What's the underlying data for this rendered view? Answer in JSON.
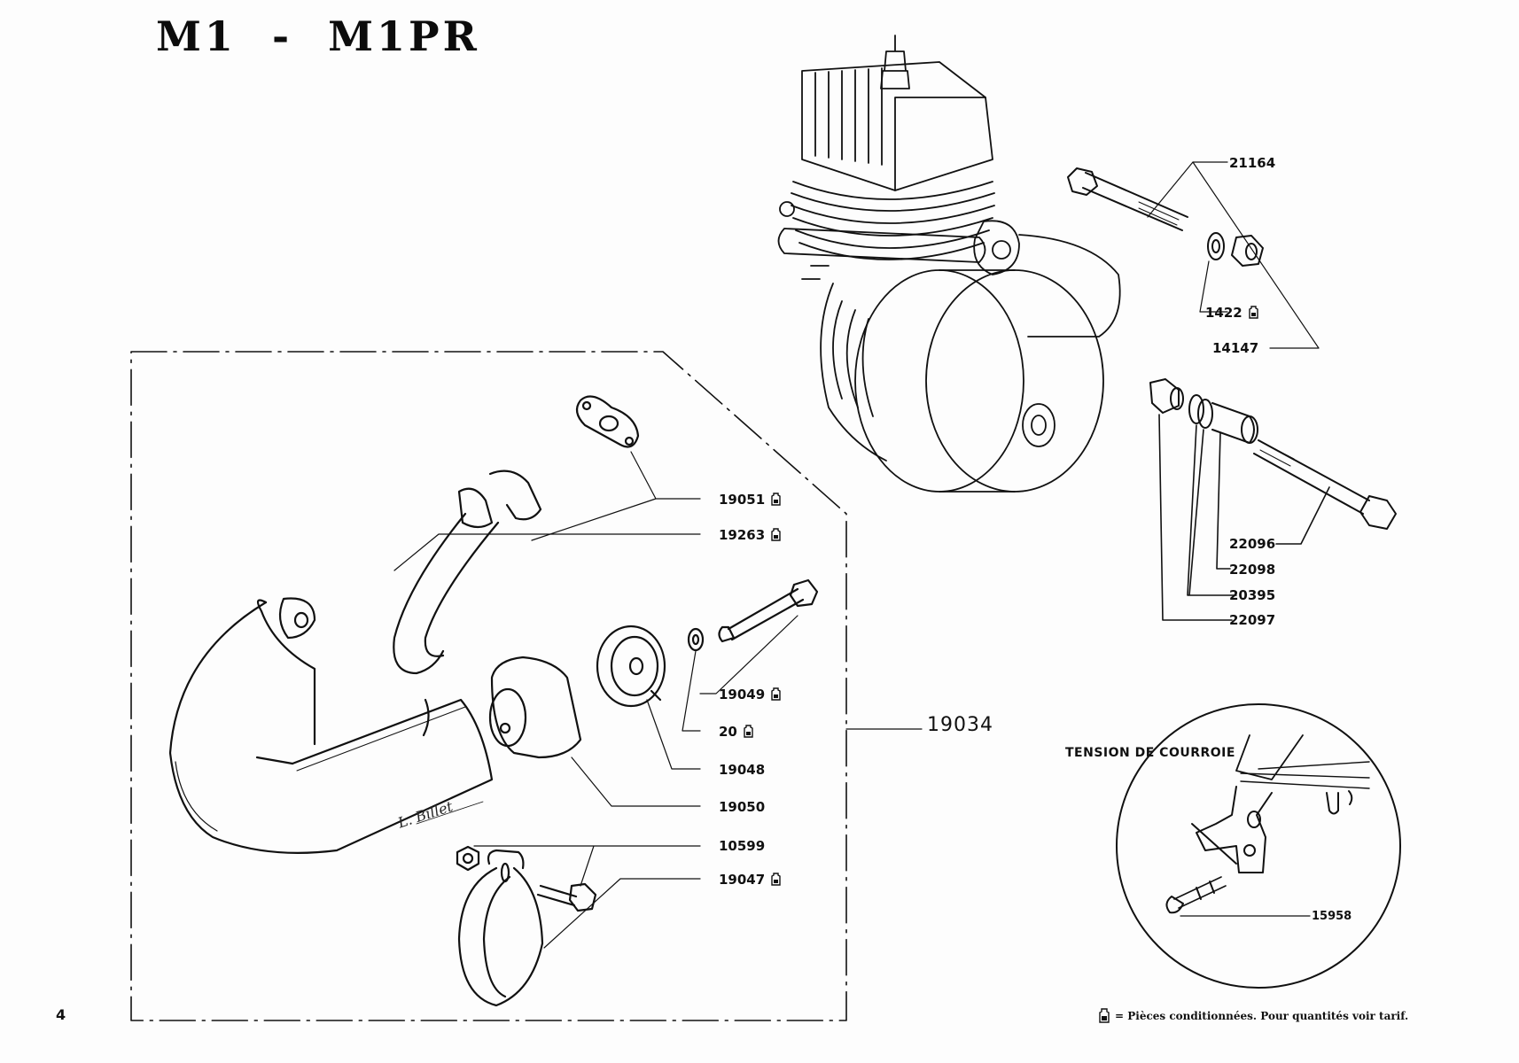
{
  "document": {
    "title": "M1  -  M1PR",
    "page_number": "4",
    "signature": "L. Billet",
    "inset_title": "TENSION DE COURROIE",
    "legend": {
      "icon": "packaged-part-icon",
      "text": "= Pièces conditionnées. Pour quantités voir tarif."
    }
  },
  "callouts": {
    "engine_mount": [
      {
        "ref": "21164",
        "packaged": false
      },
      {
        "ref": "1422",
        "packaged": true
      },
      {
        "ref": "14147",
        "packaged": false
      },
      {
        "ref": "22096",
        "packaged": false
      },
      {
        "ref": "22098",
        "packaged": false
      },
      {
        "ref": "20395",
        "packaged": false
      },
      {
        "ref": "22097",
        "packaged": false
      }
    ],
    "exhaust": [
      {
        "ref": "19051",
        "packaged": true
      },
      {
        "ref": "19263",
        "packaged": true
      },
      {
        "ref": "19049",
        "packaged": true
      },
      {
        "ref": "20",
        "packaged": true
      },
      {
        "ref": "19048",
        "packaged": false
      },
      {
        "ref": "19050",
        "packaged": false
      },
      {
        "ref": "10599",
        "packaged": false
      },
      {
        "ref": "19047",
        "packaged": true
      }
    ],
    "exhaust_assembly": {
      "ref": "19034"
    },
    "belt_tension": [
      {
        "ref": "15958",
        "packaged": false
      }
    ]
  }
}
